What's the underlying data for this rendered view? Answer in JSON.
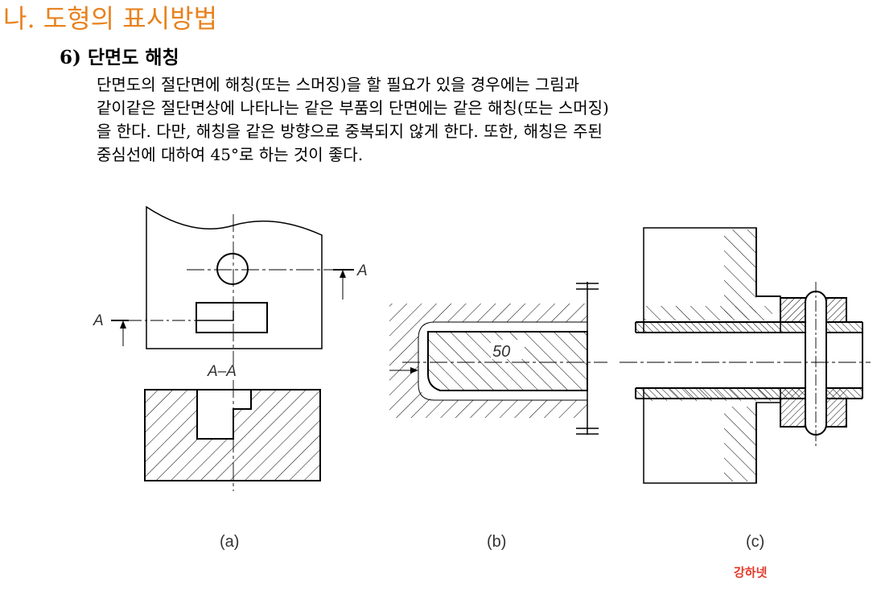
{
  "title": "나. 도형의 표시방법",
  "subtitle": "6) 단면도 해칭",
  "paragraph": [
    " 단면도의 절단면에 해칭(또는 스머징)을 할 필요가 있을 경우에는 그림과",
    "같이같은 절단면상에 나타나는 같은 부품의 단면에는 같은 해칭(또는 스머징)",
    "을 한다. 다만,  해칭을 같은 방향으로 중복되지 않게 한다. 또한, 해칭은 주된",
    "중심선에 대하여 45°로  하는 것이 좋다."
  ],
  "figure_a": {
    "section_mark_left": "A",
    "section_mark_right": "A",
    "section_title": "A–A",
    "caption": "(a)"
  },
  "figure_b": {
    "dimension": "50",
    "caption": "(b)"
  },
  "figure_c": {
    "caption": "(c)"
  },
  "logo": "강하넷",
  "colors": {
    "title": "#e8821e",
    "logo": "#e23a2a"
  }
}
